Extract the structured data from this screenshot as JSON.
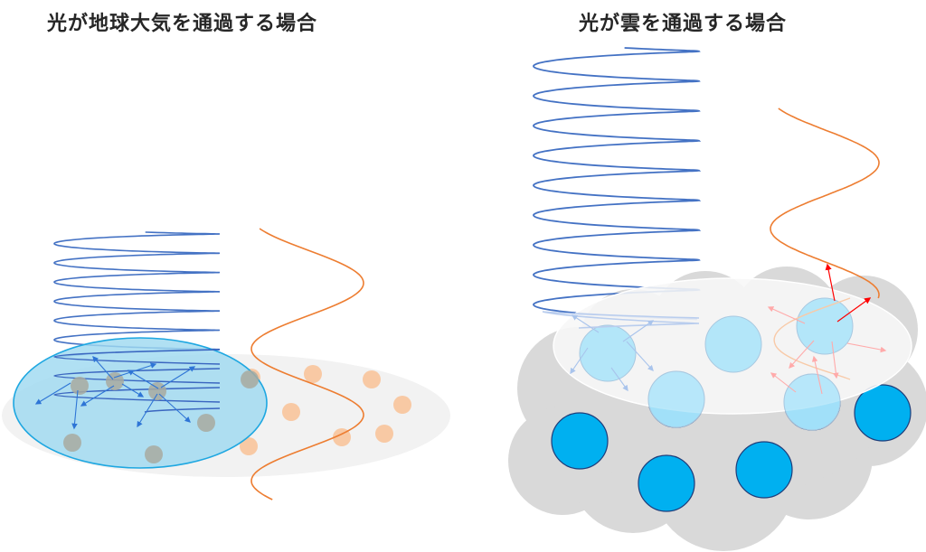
{
  "panels": {
    "left": {
      "title": "光が地球大気を通過する場合",
      "scene": "atmosphere",
      "particles": {
        "small_molecules": "gray",
        "large_particles": "peach"
      },
      "waves": [
        "short-wavelength-blue",
        "long-wavelength-orange"
      ]
    },
    "right": {
      "title": "光が雲を通過する場合",
      "scene": "cloud",
      "particles": {
        "cloud_droplets": "blue"
      },
      "waves": [
        "short-wavelength-blue",
        "long-wavelength-orange"
      ]
    }
  },
  "colors": {
    "blue_wave": "#4472c4",
    "orange_wave": "#ed7d31",
    "atmosphere_fill": "#9fd9f0",
    "atmosphere_stroke": "#1ea7e1",
    "molecule": "#a8aaa0",
    "peach_particle": "#f8c9a4",
    "cloud_gray": "#d9d9d9",
    "droplet": "#00b0f0",
    "droplet_light": "#b3e6f9",
    "scatter_blue": "#2e75d6",
    "scatter_red": "#ff0000",
    "scatter_pink": "#ffaaaa"
  }
}
